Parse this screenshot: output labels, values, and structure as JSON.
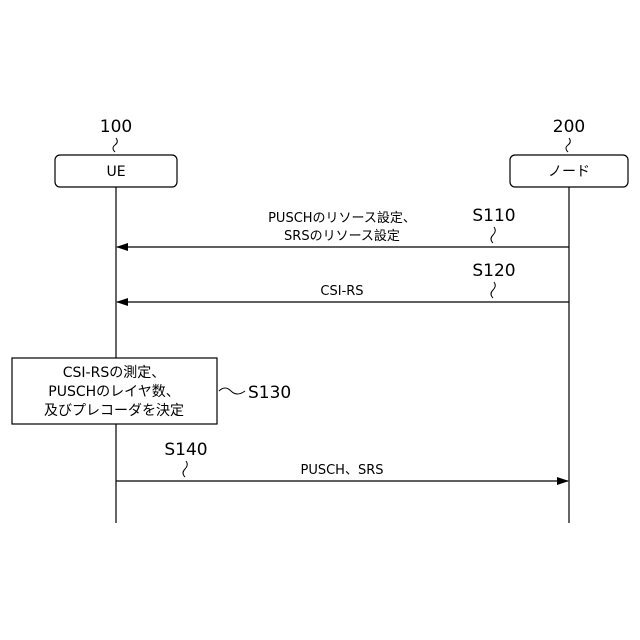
{
  "entities": [
    {
      "ref": "100",
      "label": "UE"
    },
    {
      "ref": "200",
      "label": "ノード"
    }
  ],
  "messages": [
    {
      "step": "S110",
      "lines": [
        "PUSCHのリソース設定、",
        "SRSのリソース設定"
      ],
      "from": "ノード",
      "to": "UE"
    },
    {
      "step": "S120",
      "lines": [
        "CSI-RS"
      ],
      "from": "ノード",
      "to": "UE"
    },
    {
      "step": "S140",
      "lines": [
        "PUSCH、SRS"
      ],
      "from": "UE",
      "to": "ノード"
    }
  ],
  "process": {
    "step": "S130",
    "lines": [
      "CSI-RSの測定、",
      "PUSCHのレイヤ数、",
      "及びプレコーダを決定"
    ]
  }
}
